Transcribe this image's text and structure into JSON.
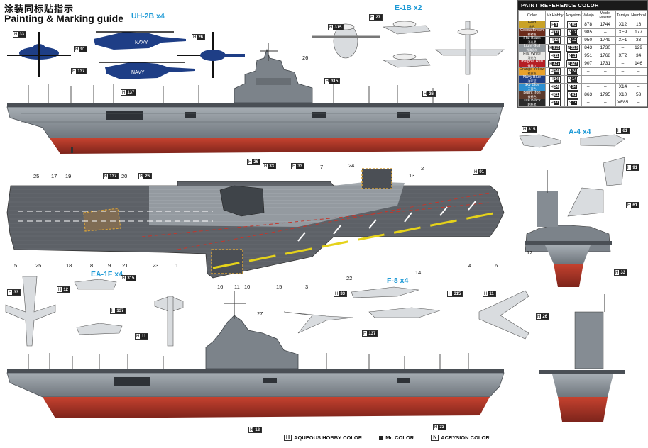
{
  "header": {
    "title_cn": "涂装同标贴指示",
    "title_en": "Painting & Marking guide"
  },
  "groups": {
    "uh2b": "UH-2B x4",
    "e1b": "E-1B x2",
    "a4": "A-4 x4",
    "ea1f": "EA-1F x4",
    "f8": "F-8 x4"
  },
  "paint_table": {
    "title": "PAINT REFERENCE COLOR",
    "headers": [
      "Color",
      "Mr.Hobby",
      "Acrysion",
      "Vallejo",
      "Model Master",
      "Tamiya",
      "Humbrol"
    ],
    "rows": [
      {
        "name": "Gold",
        "name_cn": "金色",
        "swatch": "#c9a227",
        "text": "#222",
        "h": "9",
        "n": "05",
        "vallejo": "878",
        "mm": "1744",
        "tamiya": "X12",
        "humbrol": "16"
      },
      {
        "name": "Cocoa Brown",
        "name_cn": "椰褐色",
        "swatch": "#6b2b1a",
        "text": "#fff",
        "h": "17",
        "n": "17",
        "vallejo": "985",
        "mm": "–",
        "tamiya": "XF9",
        "humbrol": "177"
      },
      {
        "name": "Flat Black",
        "name_cn": "消光黑",
        "swatch": "#111111",
        "text": "#fff",
        "h": "12",
        "n": "12",
        "vallejo": "950",
        "mm": "1749",
        "tamiya": "XF1",
        "humbrol": "33"
      },
      {
        "name": "Light Gull",
        "name_cn": "浅海鸥灰",
        "swatch": "#8f969b",
        "text": "#fff",
        "h": "315",
        "n": "315",
        "vallejo": "843",
        "mm": "1730",
        "tamiya": "–",
        "humbrol": "129"
      },
      {
        "name": "Flat White",
        "name_cn": "消光白",
        "swatch": "#e9e9e6",
        "text": "#222",
        "h": "11",
        "n": "11",
        "vallejo": "951",
        "mm": "1768",
        "tamiya": "XF2",
        "humbrol": "34"
      },
      {
        "name": "Insignia Red",
        "name_cn": "徽章红",
        "swatch": "#b51e23",
        "text": "#fff",
        "h": "327",
        "n": "327",
        "vallejo": "907",
        "mm": "1731",
        "tamiya": "–",
        "humbrol": "146"
      },
      {
        "name": "Orange Yellow",
        "name_cn": "橙黄色",
        "swatch": "#e8a12b",
        "text": "#222",
        "h": "24",
        "n": "24",
        "vallejo": "–",
        "mm": "–",
        "tamiya": "–",
        "humbrol": "–"
      },
      {
        "name": "Navy Blue",
        "name_cn": "海军蓝",
        "swatch": "#1e3e86",
        "text": "#fff",
        "h": "14",
        "n": "14",
        "vallejo": "–",
        "mm": "–",
        "tamiya": "–",
        "humbrol": "–"
      },
      {
        "name": "Sky Blue",
        "name_cn": "天蓝色",
        "swatch": "#2d8fd0",
        "text": "#fff",
        "h": "34",
        "n": "34",
        "vallejo": "–",
        "mm": "–",
        "tamiya": "X14",
        "humbrol": "–"
      },
      {
        "name": "Burnt Iron",
        "name_cn": "铁锈色",
        "swatch": "#5b3a2c",
        "text": "#fff",
        "h": "61",
        "n": "61",
        "vallejo": "863",
        "mm": "1795",
        "tamiya": "X10",
        "humbrol": "53"
      },
      {
        "name": "Tire Black",
        "name_cn": "轮胎黑",
        "swatch": "#2b2b2b",
        "text": "#fff",
        "h": "77",
        "n": "77",
        "vallejo": "–",
        "mm": "–",
        "tamiya": "XF85",
        "humbrol": "–"
      }
    ]
  },
  "callouts": {
    "top_deck": [
      "25",
      "17",
      "19",
      "20",
      "24",
      "7",
      "13",
      "2"
    ],
    "bottom_deck": [
      "5",
      "25",
      "18",
      "8",
      "9",
      "21",
      "23",
      "1",
      "16",
      "11",
      "10",
      "15",
      "3",
      "22",
      "14",
      "4",
      "6"
    ],
    "uh2b": "26",
    "side": "27",
    "island": "12"
  },
  "tags": {
    "t1": "33",
    "t2": "26",
    "t3": "91",
    "t4": "137",
    "t5": "315",
    "t6": "27",
    "t7": "26",
    "t8": "33",
    "t9": "137",
    "t10": "33",
    "t11": "26",
    "t12": "91",
    "t13": "315",
    "t14": "61",
    "t15": "33",
    "t16": "12",
    "t17": "315",
    "t18": "137",
    "t19": "11",
    "t20": "33",
    "t21": "315",
    "t22": "137",
    "t23": "26",
    "t24": "33",
    "t25": "61",
    "t26": "91",
    "t27": "11",
    "t28": "12",
    "t29": "33",
    "t30": "26",
    "t31": "315",
    "t32": "137"
  },
  "legend": {
    "h_label": "AQUEOUS HOBBY COLOR",
    "m_label": "Mr. COLOR",
    "n_label": "ACRYSION COLOR",
    "h_prefix": "H",
    "n_prefix": "N"
  },
  "colors": {
    "hull_gray": "#8b9198",
    "hull_red": "#b3382b",
    "deck_dark": "#3b3e43",
    "deck_gray": "#6e7379",
    "stripe_yellow": "#e5d21a",
    "navy": "#1e3e86",
    "accent_blue": "#1e9ad6"
  }
}
